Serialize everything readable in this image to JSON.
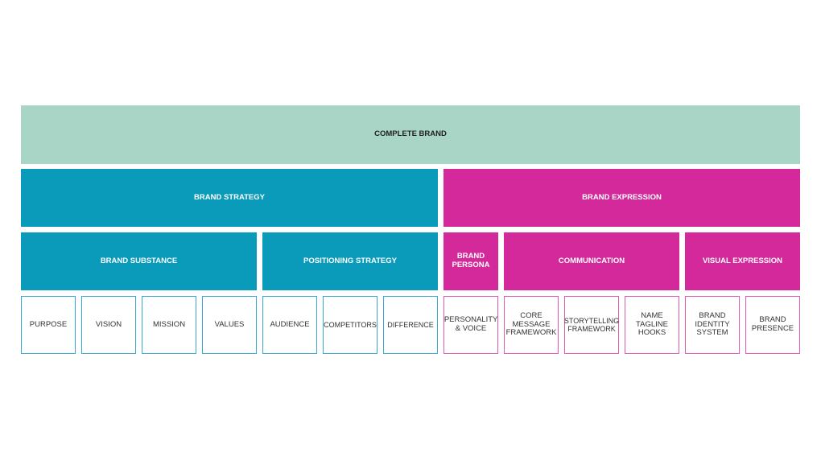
{
  "complete_brand": "COMPLETE BRAND",
  "brand_strategy": {
    "label": "BRAND STRATEGY",
    "brand_substance": {
      "label": "BRAND SUBSTANCE",
      "items": [
        "PURPOSE",
        "VISION",
        "MISSION",
        "VALUES"
      ]
    },
    "positioning_strategy": {
      "label": "POSITIONING STRATEGY",
      "items": [
        "AUDIENCE",
        "COMPETITORS",
        "DIFFERENCE"
      ]
    }
  },
  "brand_expression": {
    "label": "BRAND EXPRESSION",
    "brand_persona": {
      "label": "BRAND PERSONA",
      "items": [
        "PERSONALITY & VOICE"
      ]
    },
    "communication": {
      "label": "COMMUNICATION",
      "items": [
        "CORE MESSAGE FRAMEWORK",
        "STORYTELLING FRAMEWORK",
        "NAME TAGLINE HOOKS"
      ]
    },
    "visual_expression": {
      "label": "VISUAL EXPRESSION",
      "items": [
        "BRAND IDENTITY SYSTEM",
        "BRAND PRESENCE"
      ]
    }
  },
  "colors": {
    "complete": "#a8d5c6",
    "strategy": "#0a9bba",
    "expression": "#d3299b",
    "strategy_outline": "#3aa7cf",
    "expression_outline": "#e05aaf"
  }
}
